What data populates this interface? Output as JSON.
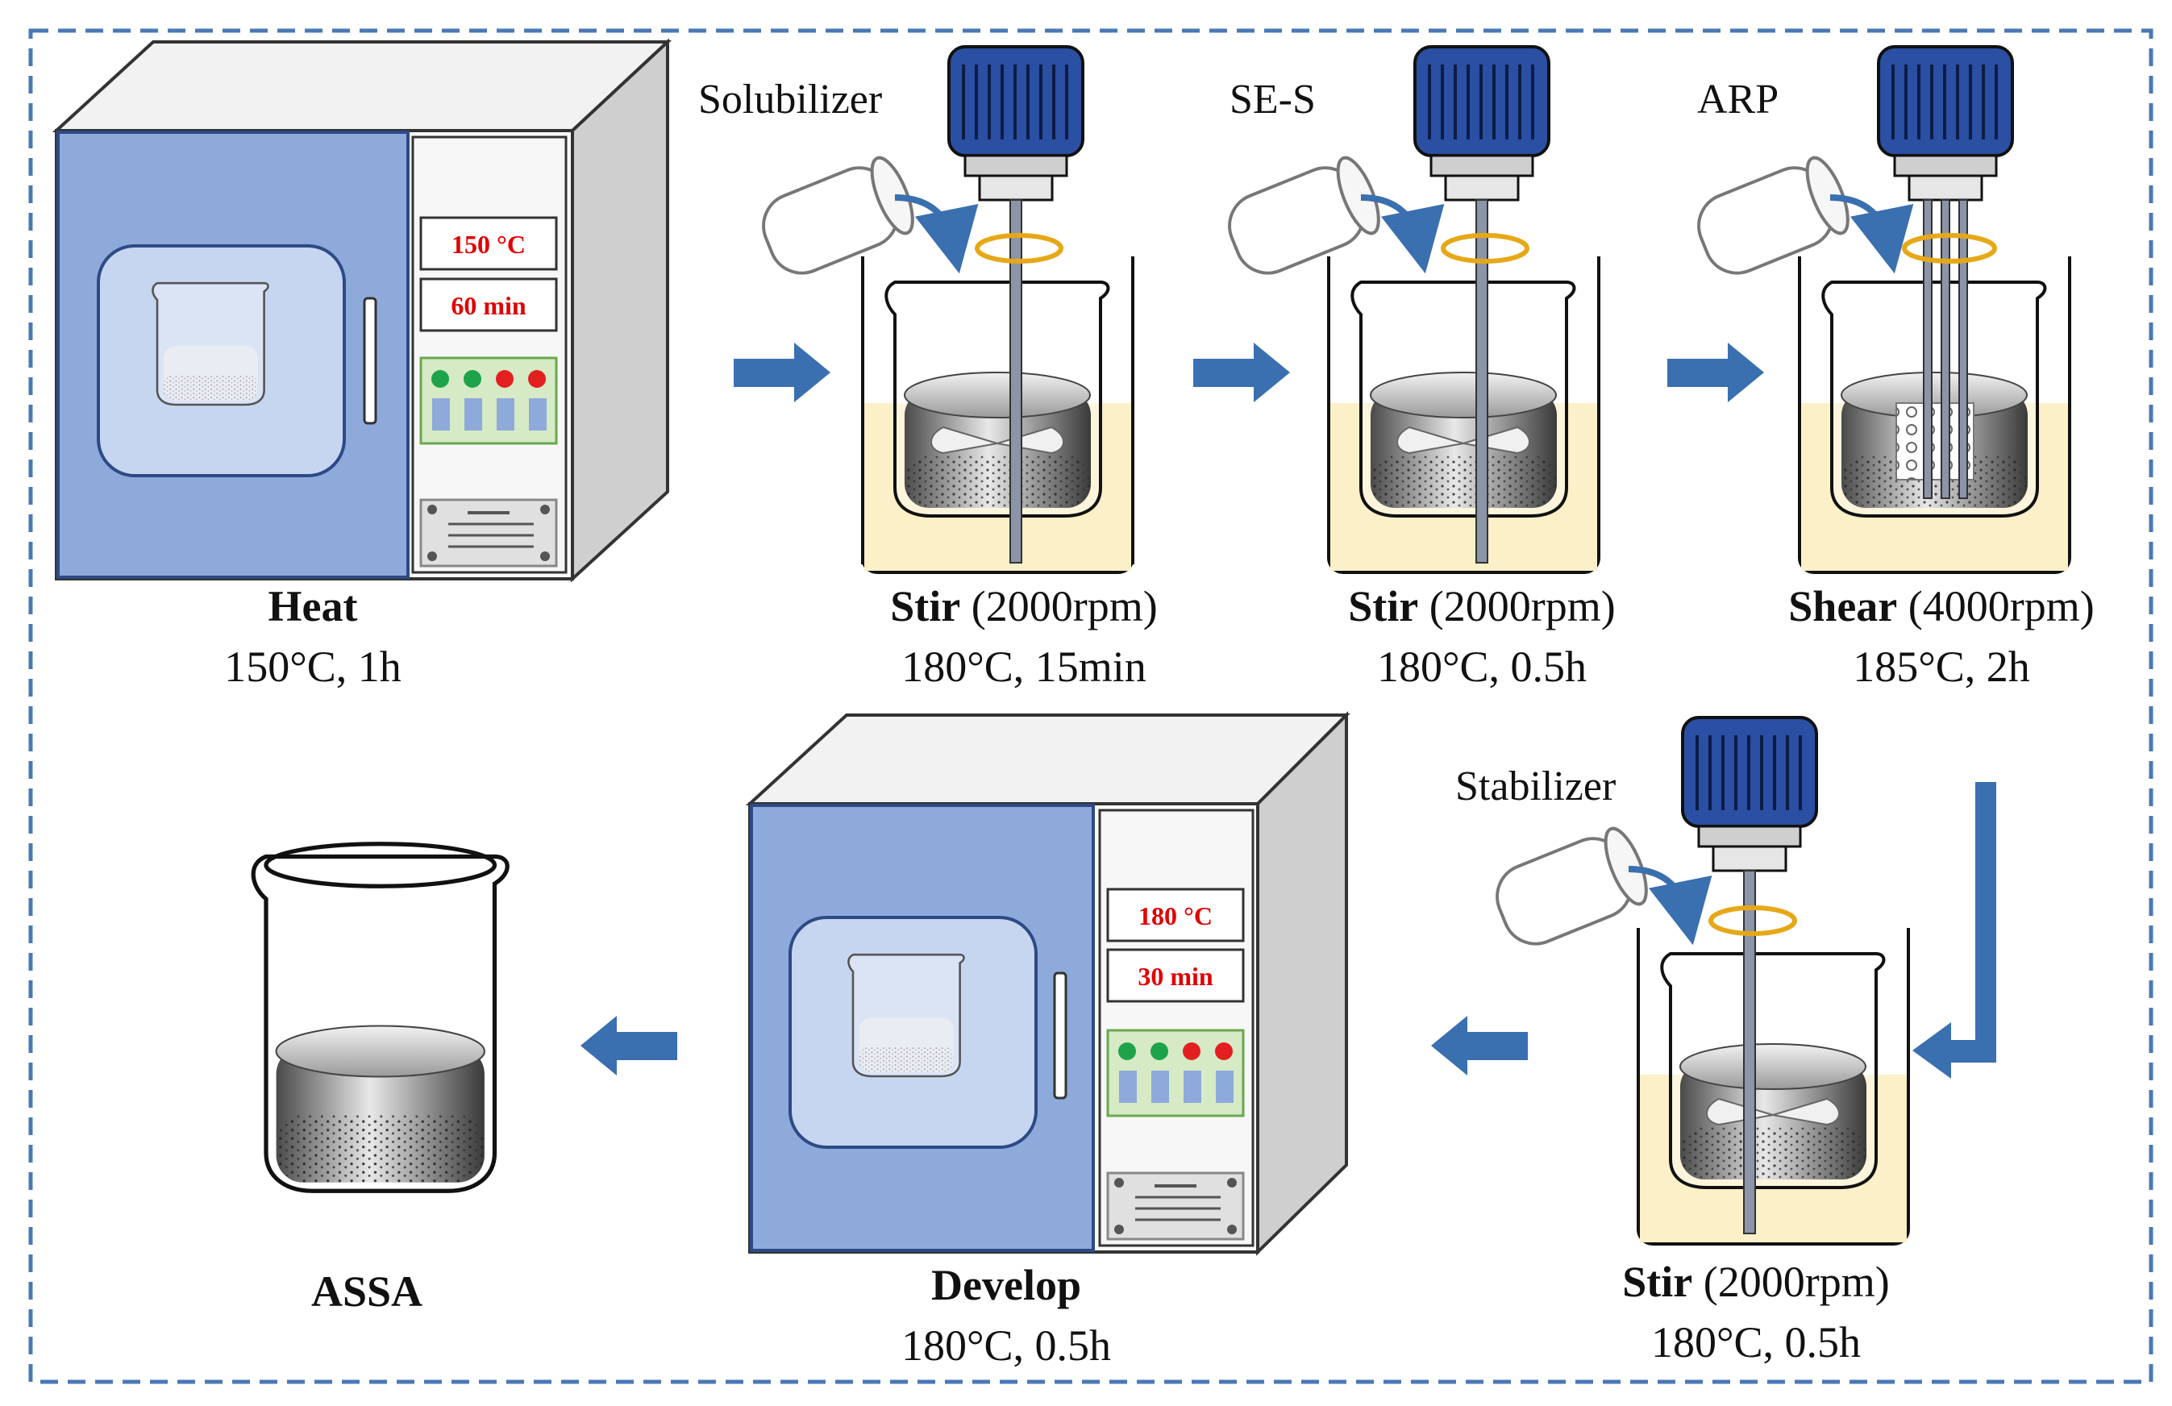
{
  "steps": {
    "heat": {
      "title": "Heat",
      "detail": "",
      "condition": "150°C, 1h"
    },
    "stir1": {
      "title": "Stir",
      "detail": " (2000rpm)",
      "condition": "180°C, 15min",
      "additive": "Solubilizer"
    },
    "stir2": {
      "title": "Stir",
      "detail": " (2000rpm)",
      "condition": "180°C, 0.5h",
      "additive": "SE-S"
    },
    "shear": {
      "title": "Shear",
      "detail": " (4000rpm)",
      "condition": "185°C, 2h",
      "additive": "ARP"
    },
    "stir3": {
      "title": "Stir",
      "detail": " (2000rpm)",
      "condition": "180°C, 0.5h",
      "additive": "Stabilizer"
    },
    "develop": {
      "title": "Develop",
      "detail": "",
      "condition": "180°C, 0.5h"
    },
    "final": {
      "title": "ASSA"
    }
  },
  "oven1": {
    "temp": "150 °C",
    "time": "60 min"
  },
  "oven2": {
    "temp": "180 °C",
    "time": "30 min"
  },
  "colors": {
    "arrow": "#3a6fb0",
    "border": "#4a78b5",
    "oven_door": "#8eaadb",
    "display_text": "#e00000",
    "motor": "#2a4fa3",
    "swirl": "#e6a817",
    "liquid": "#fbf0c8"
  }
}
